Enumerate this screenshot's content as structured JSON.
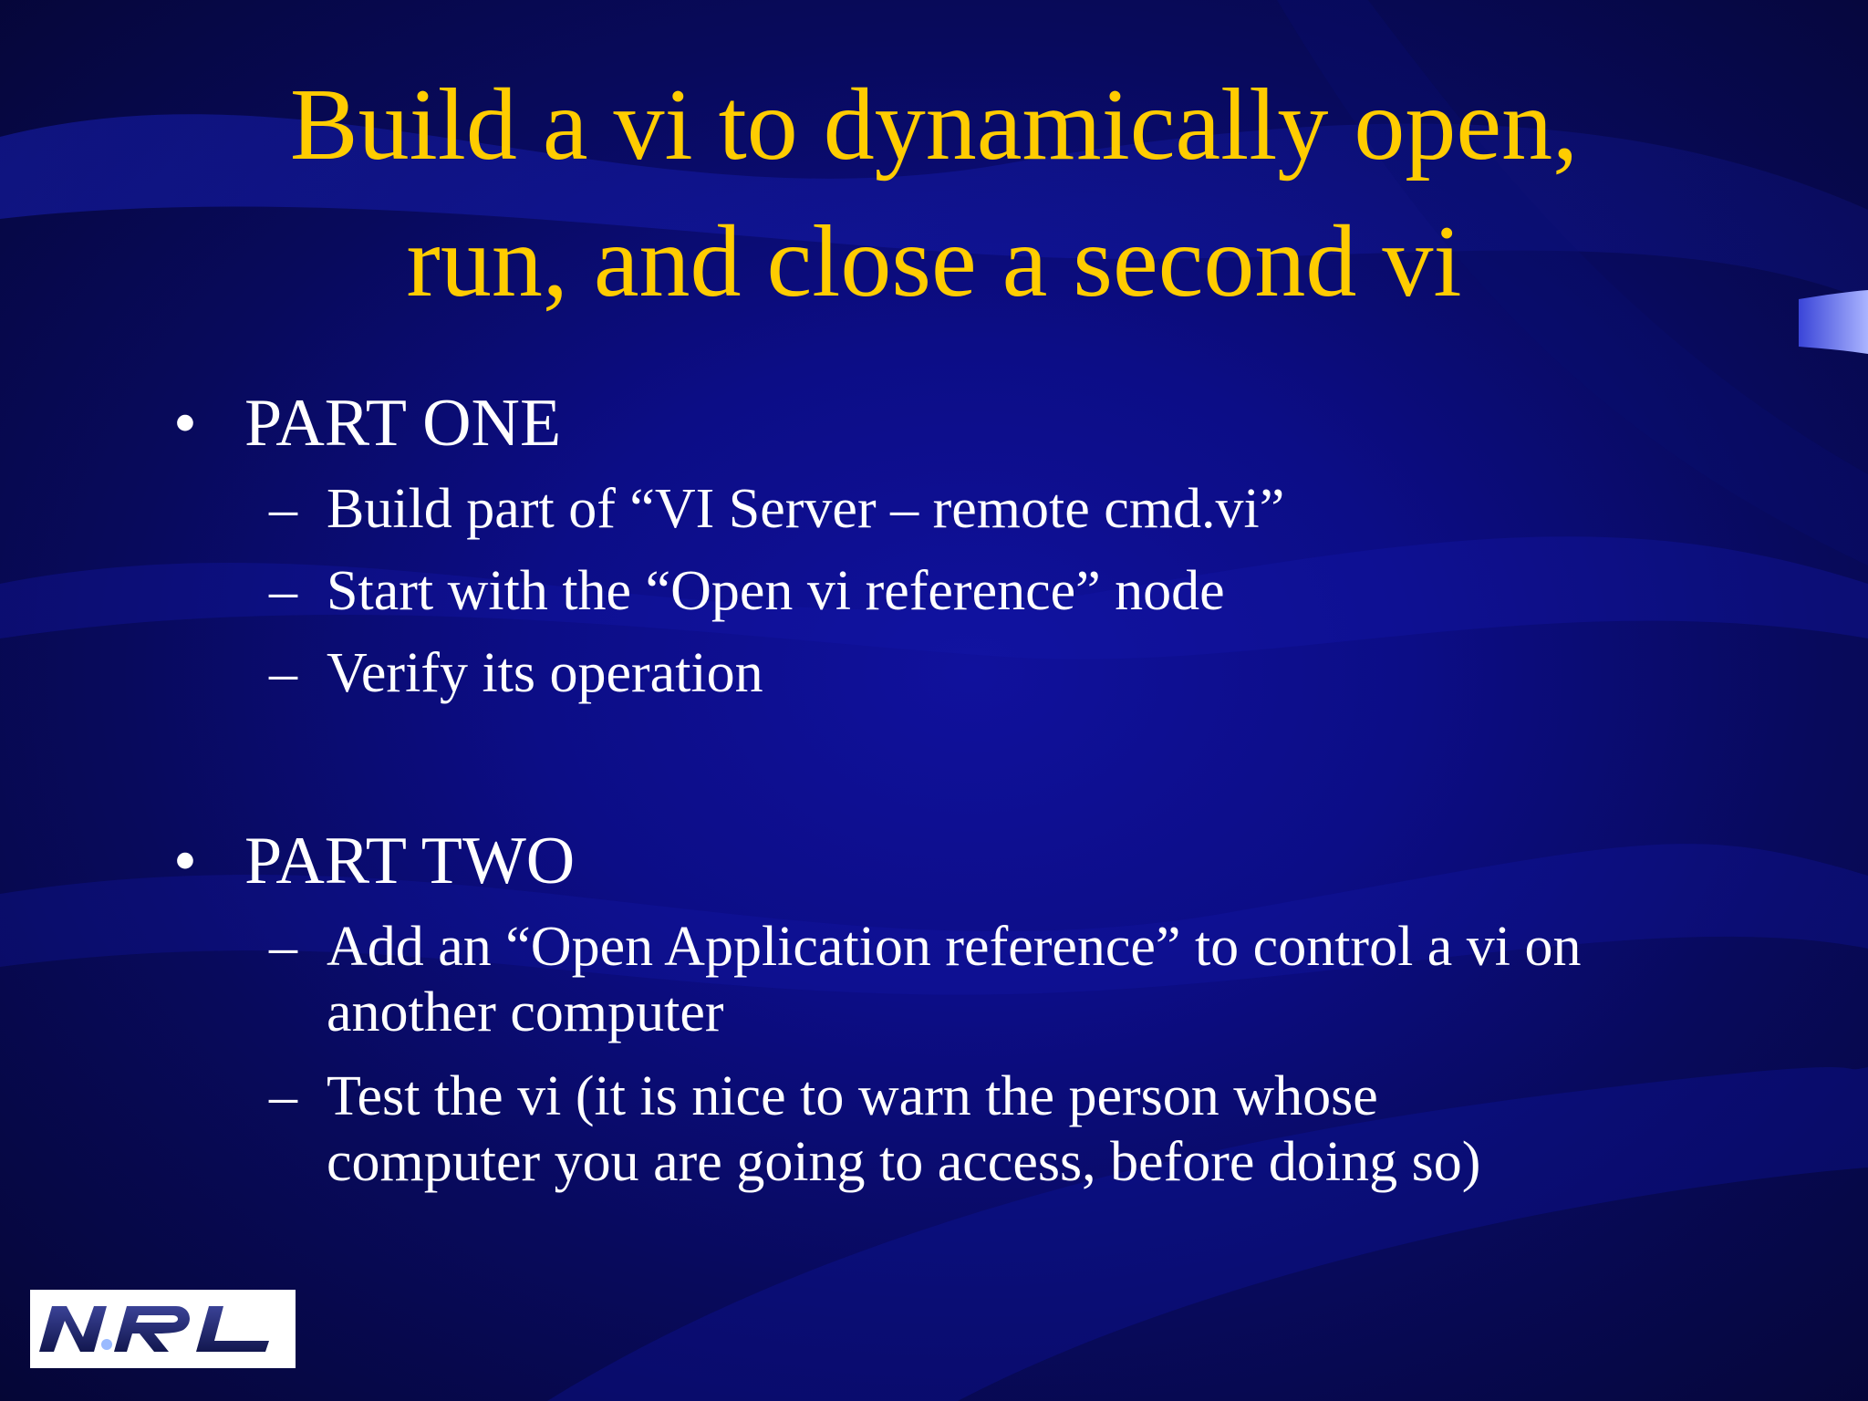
{
  "slide": {
    "title_lines": [
      "Build a vi to dynamically open,",
      "run, and close a second vi"
    ],
    "bullet_char": "•",
    "dash_char": "–",
    "sections": [
      {
        "heading": "PART ONE",
        "items": [
          [
            "Build part of “VI Server – remote cmd.vi”"
          ],
          [
            "Start with the “Open vi reference” node"
          ],
          [
            "Verify its operation"
          ]
        ]
      },
      {
        "heading": "PART TWO",
        "items": [
          [
            "Add an “Open Application reference” to control a vi on",
            "another computer"
          ],
          [
            "Test the vi (it is nice to warn the person whose",
            "computer you are going to access, before doing so)"
          ]
        ]
      }
    ]
  },
  "logo": {
    "icon": "nrl-logo-icon",
    "text": "NRL",
    "color": "#1a1f6e"
  },
  "colors": {
    "title": "#ffcc00",
    "body_text": "#ffffff",
    "background": "#0c0d86"
  }
}
